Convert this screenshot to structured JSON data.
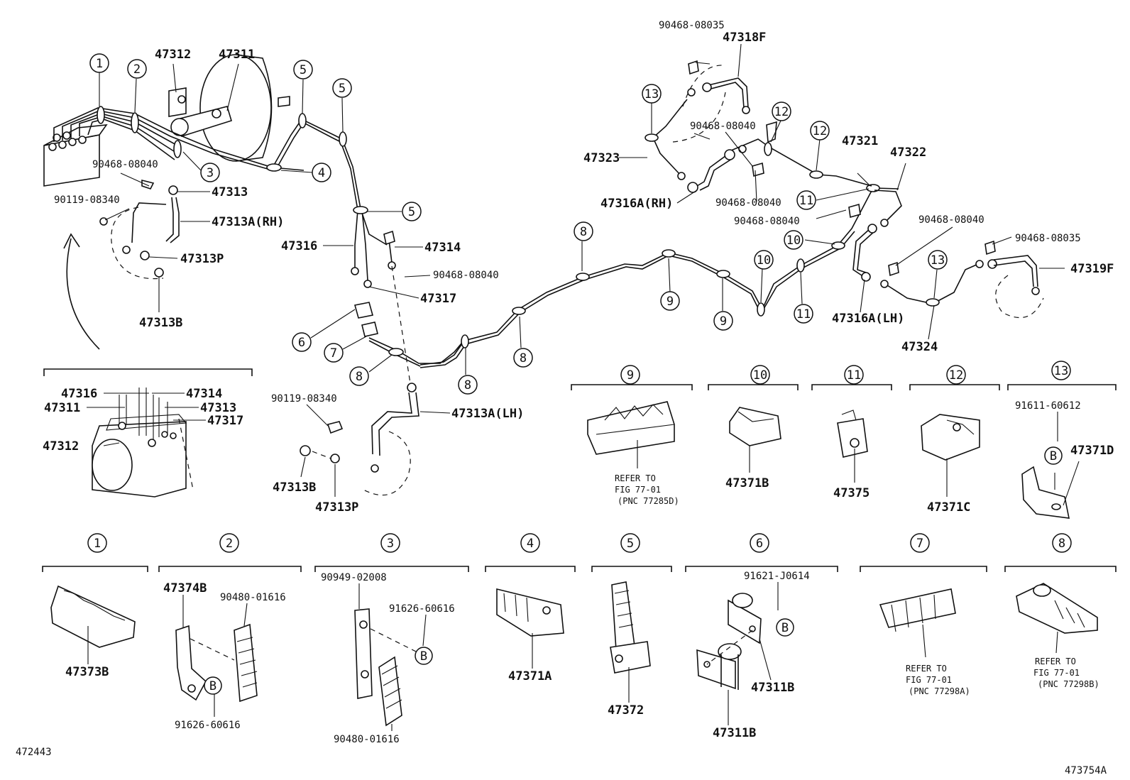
{
  "diagram": {
    "corner_labels": {
      "left": "472443",
      "right": "473754A"
    },
    "part_labels": [
      {
        "id": "p47312a",
        "text": "47312"
      },
      {
        "id": "p47311a",
        "text": "47311"
      },
      {
        "id": "p90468_08040a",
        "text": "90468-08040"
      },
      {
        "id": "p90119_08340a",
        "text": "90119-08340"
      },
      {
        "id": "p47313",
        "text": "47313"
      },
      {
        "id": "p47313A_RH",
        "text": "47313A(RH)"
      },
      {
        "id": "p47313P_a",
        "text": "47313P"
      },
      {
        "id": "p47313B_a",
        "text": "47313B"
      },
      {
        "id": "p47316a",
        "text": "47316"
      },
      {
        "id": "p47314a",
        "text": "47314"
      },
      {
        "id": "p90468_08040b",
        "text": "90468-08040"
      },
      {
        "id": "p47317a",
        "text": "47317"
      },
      {
        "id": "p47316b",
        "text": "47316"
      },
      {
        "id": "p47314b",
        "text": "47314"
      },
      {
        "id": "p47311b",
        "text": "47311"
      },
      {
        "id": "p47313b",
        "text": "47313"
      },
      {
        "id": "p47317b",
        "text": "47317"
      },
      {
        "id": "p47312b",
        "text": "47312"
      },
      {
        "id": "p90119_08340b",
        "text": "90119-08340"
      },
      {
        "id": "p47313A_LH",
        "text": "47313A(LH)"
      },
      {
        "id": "p47313B_b",
        "text": "47313B"
      },
      {
        "id": "p47313P_b",
        "text": "47313P"
      },
      {
        "id": "p90468_08035a",
        "text": "90468-08035"
      },
      {
        "id": "p47318F",
        "text": "47318F"
      },
      {
        "id": "p90468_08040c",
        "text": "90468-08040"
      },
      {
        "id": "p47323",
        "text": "47323"
      },
      {
        "id": "p47316A_RH",
        "text": "47316A(RH)"
      },
      {
        "id": "p90468_08040d",
        "text": "90468-08040"
      },
      {
        "id": "p90468_08040e",
        "text": "90468-08040"
      },
      {
        "id": "p47321",
        "text": "47321"
      },
      {
        "id": "p47322",
        "text": "47322"
      },
      {
        "id": "p90468_08040f",
        "text": "90468-08040"
      },
      {
        "id": "p90468_08035b",
        "text": "90468-08035"
      },
      {
        "id": "p47319F",
        "text": "47319F"
      },
      {
        "id": "p47316A_LH",
        "text": "47316A(LH)"
      },
      {
        "id": "p47324",
        "text": "47324"
      },
      {
        "id": "p47371B",
        "text": "47371B"
      },
      {
        "id": "p47375",
        "text": "47375"
      },
      {
        "id": "p47371C",
        "text": "47371C"
      },
      {
        "id": "p91611_60612",
        "text": "91611-60612"
      },
      {
        "id": "p47371D",
        "text": "47371D"
      },
      {
        "id": "p47373B",
        "text": "47373B"
      },
      {
        "id": "p47374B",
        "text": "47374B"
      },
      {
        "id": "p90480_01616a",
        "text": "90480-01616"
      },
      {
        "id": "p91626_60616a",
        "text": "91626-60616"
      },
      {
        "id": "p90949_02008",
        "text": "90949-02008"
      },
      {
        "id": "p91626_60616b",
        "text": "91626-60616"
      },
      {
        "id": "p90480_01616b",
        "text": "90480-01616"
      },
      {
        "id": "p47371A",
        "text": "47371A"
      },
      {
        "id": "p47372",
        "text": "47372"
      },
      {
        "id": "p91621_J0614",
        "text": "91621-J0614"
      },
      {
        "id": "p47311B_a",
        "text": "47311B"
      },
      {
        "id": "p47311B_b",
        "text": "47311B"
      }
    ],
    "callouts": [
      {
        "id": "c1a",
        "text": "1"
      },
      {
        "id": "c2a",
        "text": "2"
      },
      {
        "id": "c3a",
        "text": "3"
      },
      {
        "id": "c4a",
        "text": "4"
      },
      {
        "id": "c5a",
        "text": "5"
      },
      {
        "id": "c5b",
        "text": "5"
      },
      {
        "id": "c5c",
        "text": "5"
      },
      {
        "id": "c6a",
        "text": "6"
      },
      {
        "id": "c7a",
        "text": "7"
      },
      {
        "id": "c8a",
        "text": "8"
      },
      {
        "id": "c8b",
        "text": "8"
      },
      {
        "id": "c8c",
        "text": "8"
      },
      {
        "id": "c8d",
        "text": "8"
      },
      {
        "id": "c9a",
        "text": "9"
      },
      {
        "id": "c9b",
        "text": "9"
      },
      {
        "id": "c10a",
        "text": "10"
      },
      {
        "id": "c10b",
        "text": "10"
      },
      {
        "id": "c11a",
        "text": "11"
      },
      {
        "id": "c11b",
        "text": "11"
      },
      {
        "id": "c12a",
        "text": "12"
      },
      {
        "id": "c12b",
        "text": "12"
      },
      {
        "id": "c13a",
        "text": "13"
      },
      {
        "id": "c13b",
        "text": "13"
      },
      {
        "id": "h1",
        "text": "1"
      },
      {
        "id": "h2",
        "text": "2"
      },
      {
        "id": "h3",
        "text": "3"
      },
      {
        "id": "h4",
        "text": "4"
      },
      {
        "id": "h5",
        "text": "5"
      },
      {
        "id": "h6",
        "text": "6"
      },
      {
        "id": "h7",
        "text": "7"
      },
      {
        "id": "h8",
        "text": "8"
      },
      {
        "id": "h9",
        "text": "9"
      },
      {
        "id": "h10",
        "text": "10"
      },
      {
        "id": "h11",
        "text": "11"
      },
      {
        "id": "h12",
        "text": "12"
      },
      {
        "id": "h13",
        "text": "13"
      }
    ],
    "b_markers": [
      {
        "id": "b1",
        "text": "B"
      },
      {
        "id": "b2",
        "text": "B"
      },
      {
        "id": "b3",
        "text": "B"
      },
      {
        "id": "b4",
        "text": "B"
      }
    ],
    "refer_notes": [
      {
        "id": "r9",
        "lines": [
          "REFER TO",
          "FIG 77-01",
          "(PNC 77285D)"
        ]
      },
      {
        "id": "r7",
        "lines": [
          "REFER TO",
          "FIG 77-01",
          "(PNC 77298A)"
        ]
      },
      {
        "id": "r8",
        "lines": [
          "REFER TO",
          "FIG 77-01",
          "(PNC 77298B)"
        ]
      }
    ]
  }
}
